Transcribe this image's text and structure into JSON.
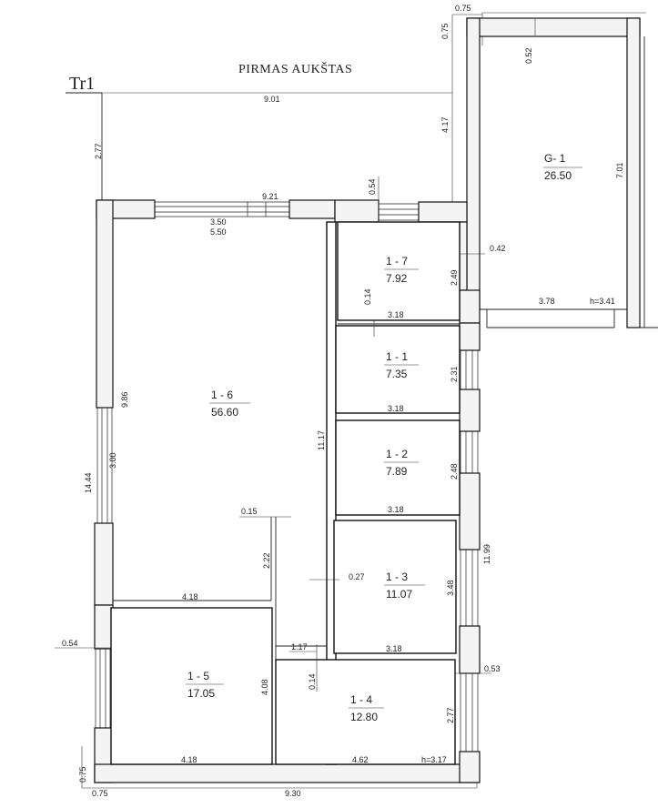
{
  "plan": {
    "title": "PIRMAS AUKŠTAS",
    "section_mark": "Tr1",
    "rooms": [
      {
        "id": "G- 1",
        "area": "26.50"
      },
      {
        "id": "1 - 7",
        "area": "7.92"
      },
      {
        "id": "1 - 1",
        "area": "7.35"
      },
      {
        "id": "1 - 6",
        "area": "56.60"
      },
      {
        "id": "1 - 2",
        "area": "7.89"
      },
      {
        "id": "1 - 3",
        "area": "11.07"
      },
      {
        "id": "1 - 5",
        "area": "17.05"
      },
      {
        "id": "1 - 4",
        "area": "12.80"
      }
    ],
    "dimensions": [
      "0.75",
      "0.75",
      "0.52",
      "9.01",
      "4.17",
      "2.77",
      "7.01",
      "9.21",
      "0.54",
      "3.50",
      "5.50",
      "0.42",
      "2.49",
      "3.78",
      "h=3.41",
      "0.14",
      "3.18",
      "2.31",
      "3.18",
      "9.86",
      "11.17",
      "2.48",
      "3.18",
      "14.44",
      "3.00",
      "0.15",
      "11.99",
      "2.22",
      "0.27",
      "3.48",
      "4.18",
      "3.18",
      "0.54",
      "1.17",
      "0.14",
      "4.08",
      "0.53",
      "2.77",
      "0.75",
      "4.18",
      "4.62",
      "h=3.17",
      "0.75",
      "9.30"
    ]
  }
}
